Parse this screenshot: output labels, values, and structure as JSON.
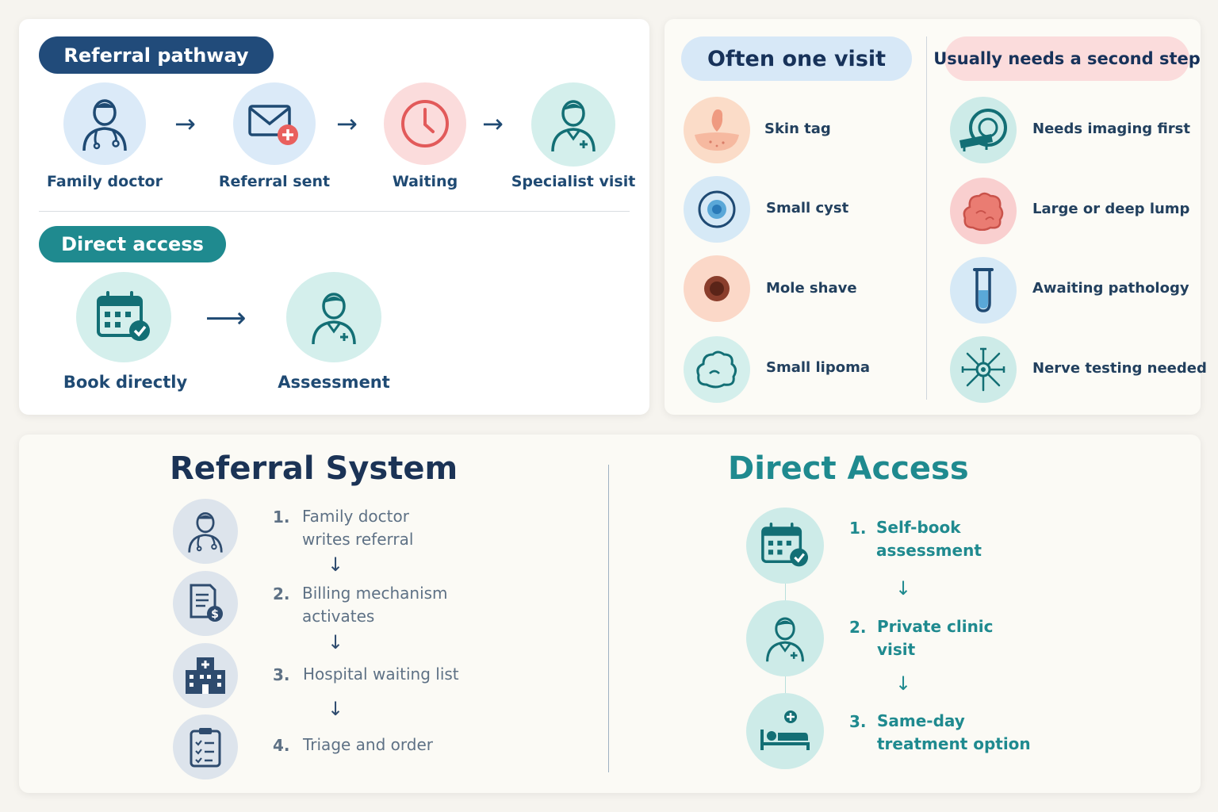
{
  "pathway": {
    "referral_title": "Referral pathway",
    "referral_steps": [
      {
        "label": "Family doctor",
        "icon": "doctor-icon"
      },
      {
        "label": "Referral sent",
        "icon": "mail-plus-icon"
      },
      {
        "label": "Waiting",
        "icon": "clock-icon"
      },
      {
        "label": "Specialist visit",
        "icon": "specialist-icon"
      }
    ],
    "direct_title": "Direct access",
    "direct_steps": [
      {
        "label": "Book directly",
        "icon": "calendar-check-icon"
      },
      {
        "label": "Assessment",
        "icon": "specialist-icon"
      }
    ],
    "arrow": "→"
  },
  "visits": {
    "one_visit_title": "Often one visit",
    "one_visit_items": [
      {
        "label": "Skin tag",
        "icon": "skin-tag-icon"
      },
      {
        "label": "Small cyst",
        "icon": "cyst-icon"
      },
      {
        "label": "Mole shave",
        "icon": "mole-icon"
      },
      {
        "label": "Small lipoma",
        "icon": "lipoma-icon"
      }
    ],
    "second_step_title": "Usually needs a second step",
    "second_step_items": [
      {
        "label": "Needs imaging first",
        "icon": "mri-scanner-icon"
      },
      {
        "label": "Large or deep lump",
        "icon": "lump-icon"
      },
      {
        "label": "Awaiting pathology",
        "icon": "test-tube-icon"
      },
      {
        "label": "Nerve testing needed",
        "icon": "nerve-icon"
      }
    ]
  },
  "comparison": {
    "referral_title": "Referral System",
    "referral_steps": [
      {
        "num": "1.",
        "line1": "Family doctor",
        "line2": "writes referral",
        "icon": "doctor-icon"
      },
      {
        "num": "2.",
        "line1": "Billing mechanism",
        "line2": "activates",
        "icon": "billing-document-icon"
      },
      {
        "num": "3.",
        "line1": "Hospital waiting list",
        "line2": "",
        "icon": "hospital-icon"
      },
      {
        "num": "4.",
        "line1": "Triage and order",
        "line2": "",
        "icon": "clipboard-icon"
      }
    ],
    "direct_title": "Direct Access",
    "direct_steps": [
      {
        "num": "1.",
        "line1": "Self-book",
        "line2": "assessment",
        "icon": "calendar-check-icon"
      },
      {
        "num": "2.",
        "line1": "Private clinic",
        "line2": "visit",
        "icon": "specialist-icon"
      },
      {
        "num": "3.",
        "line1": "Same-day",
        "line2": "treatment option",
        "icon": "treatment-bed-icon"
      }
    ],
    "down_arrow": "↓"
  },
  "colors": {
    "navy": "#214b7a",
    "teal": "#1f8a8f",
    "teal_dark": "#136f75",
    "light_blue": "#dbeaf8",
    "light_pink": "#fbdcdc",
    "light_teal": "#d4efec",
    "peach": "#fbe0d2",
    "grey_circle": "#dde4ec",
    "slate_text": "#5e7185"
  }
}
